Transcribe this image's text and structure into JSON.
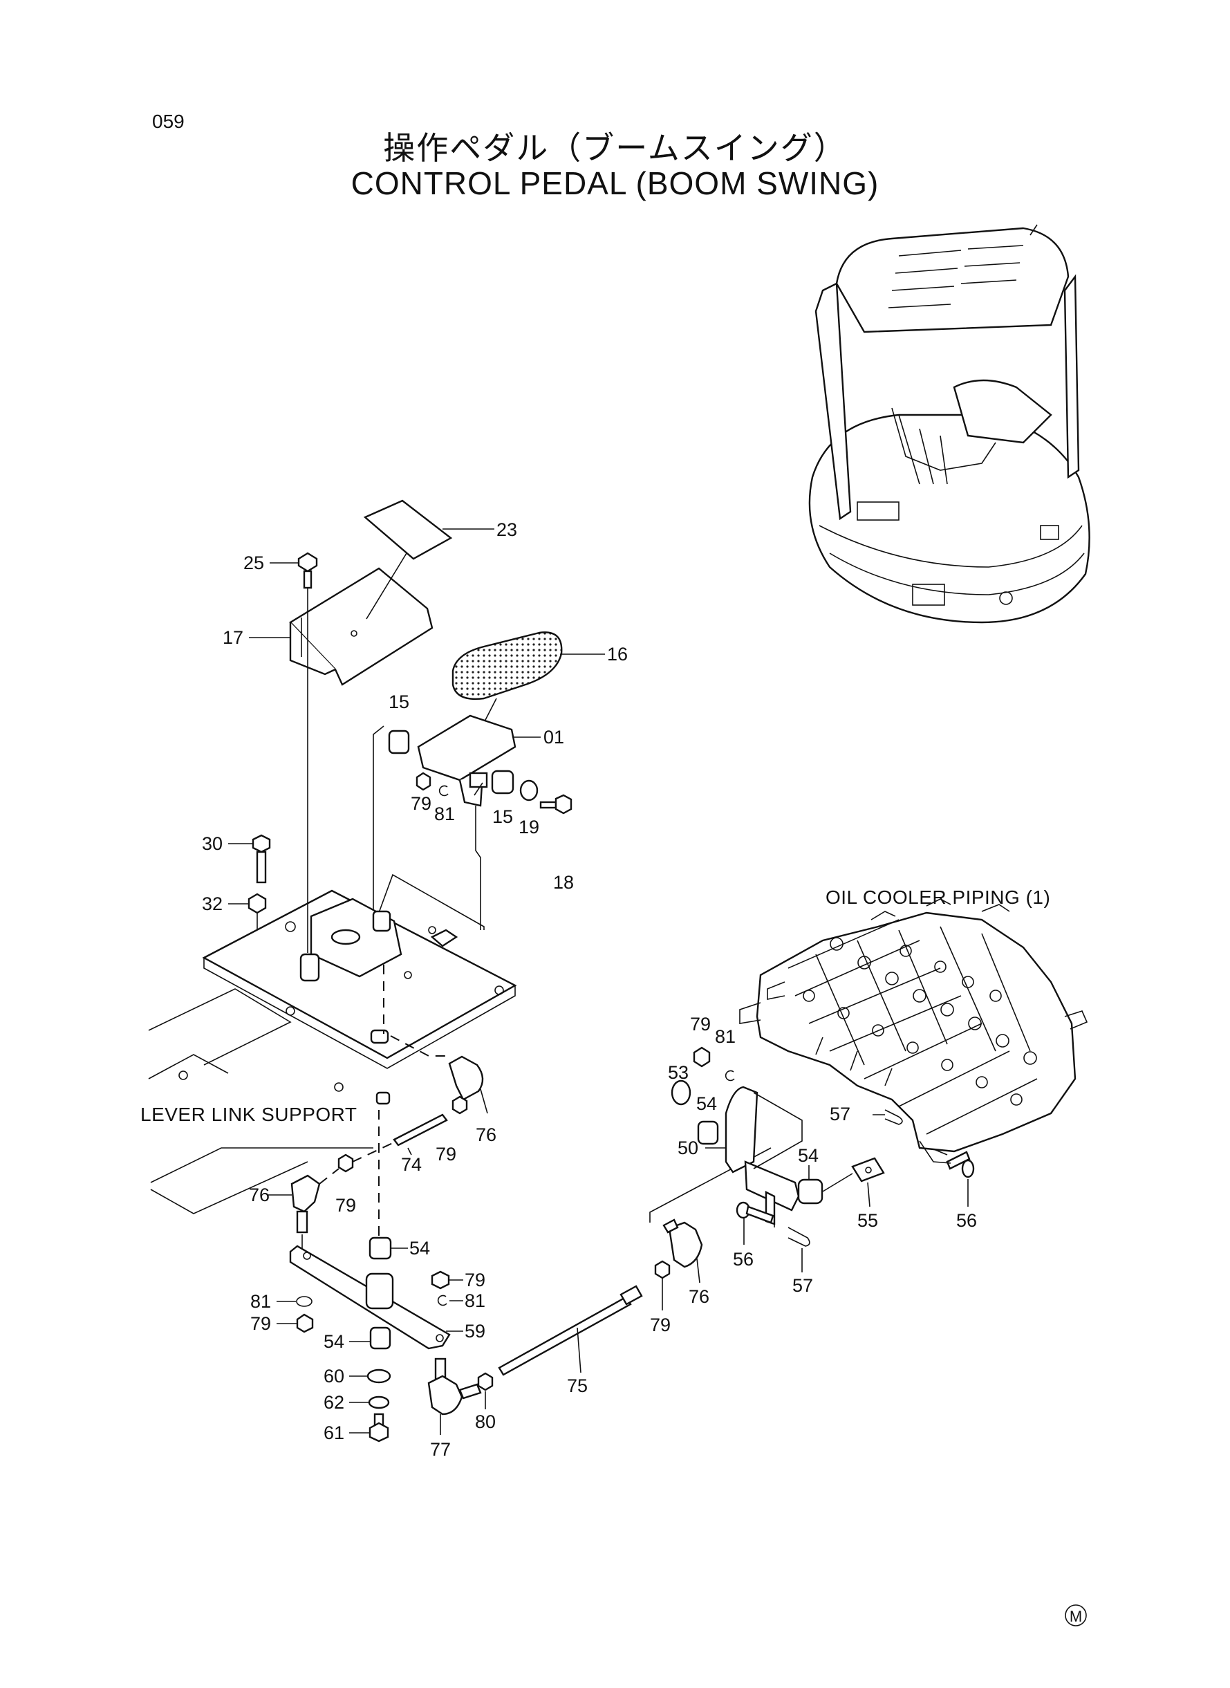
{
  "page_number": "059",
  "title_jp": "操作ペダル（ブームスイング）",
  "title_en": "CONTROL PEDAL (BOOM SWING)",
  "section_labels": {
    "lever_link_support": "LEVER LINK SUPPORT",
    "oil_cooler_piping": "OIL COOLER PIPING (1)"
  },
  "mark": "M",
  "part_labels": [
    {
      "text": "23"
    },
    {
      "text": "25"
    },
    {
      "text": "17"
    },
    {
      "text": "16"
    },
    {
      "text": "15"
    },
    {
      "text": "01"
    },
    {
      "text": "79"
    },
    {
      "text": "81"
    },
    {
      "text": "15"
    },
    {
      "text": "19"
    },
    {
      "text": "18"
    },
    {
      "text": "30"
    },
    {
      "text": "32"
    },
    {
      "text": "76"
    },
    {
      "text": "74"
    },
    {
      "text": "79"
    },
    {
      "text": "76"
    },
    {
      "text": "79"
    },
    {
      "text": "54"
    },
    {
      "text": "79"
    },
    {
      "text": "81"
    },
    {
      "text": "81"
    },
    {
      "text": "79"
    },
    {
      "text": "59"
    },
    {
      "text": "54"
    },
    {
      "text": "60"
    },
    {
      "text": "62"
    },
    {
      "text": "61"
    },
    {
      "text": "77"
    },
    {
      "text": "80"
    },
    {
      "text": "75"
    },
    {
      "text": "79"
    },
    {
      "text": "76"
    },
    {
      "text": "79"
    },
    {
      "text": "81"
    },
    {
      "text": "53"
    },
    {
      "text": "54"
    },
    {
      "text": "50"
    },
    {
      "text": "54"
    },
    {
      "text": "57"
    },
    {
      "text": "55"
    },
    {
      "text": "56"
    },
    {
      "text": "56"
    },
    {
      "text": "57"
    }
  ]
}
